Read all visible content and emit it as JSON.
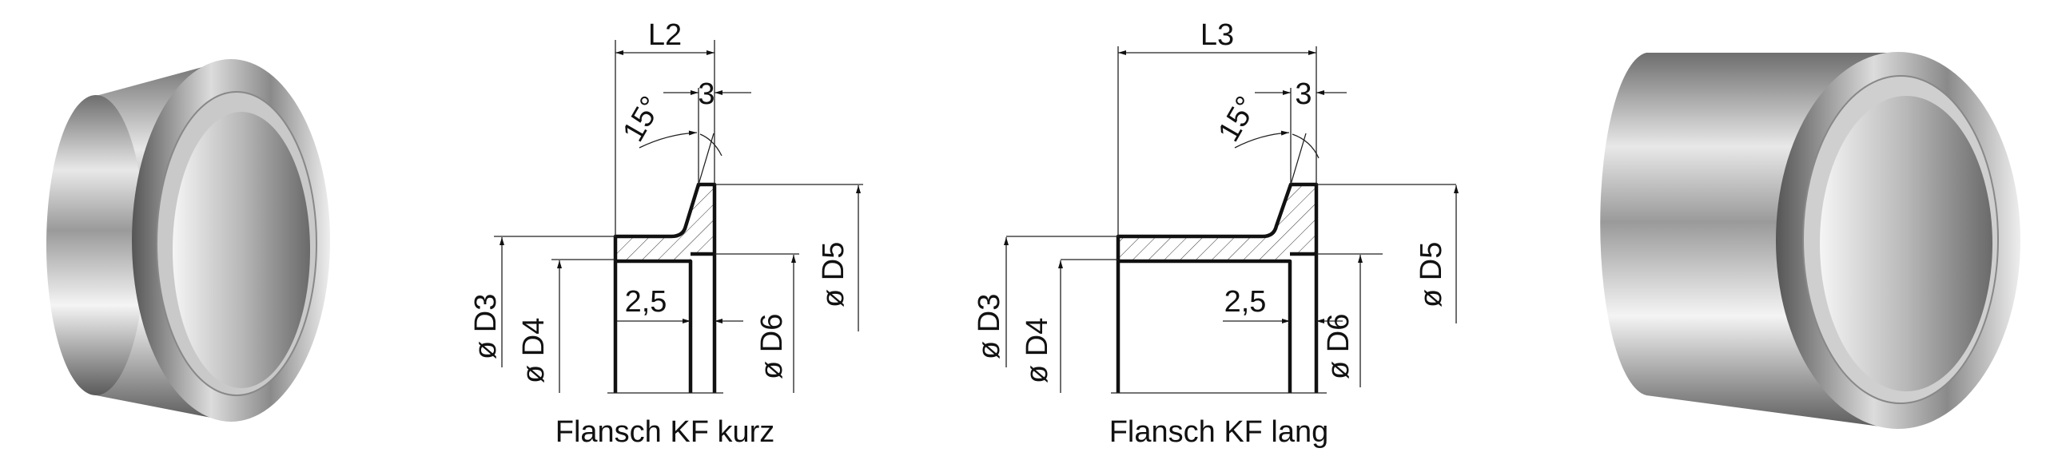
{
  "short_flange": {
    "caption": "Flansch KF kurz",
    "length_label": "L2",
    "dims": {
      "d3": "ø D3",
      "d4": "ø D4",
      "d5": "ø D5",
      "d6": "ø D6",
      "thickness": "3",
      "recess": "2,5",
      "angle": "15°"
    }
  },
  "long_flange": {
    "caption": "Flansch KF lang",
    "length_label": "L3",
    "dims": {
      "d3": "ø D3",
      "d4": "ø D4",
      "d5": "ø D5",
      "d6": "ø D6",
      "thickness": "3",
      "recess": "2,5",
      "angle": "15°"
    }
  }
}
